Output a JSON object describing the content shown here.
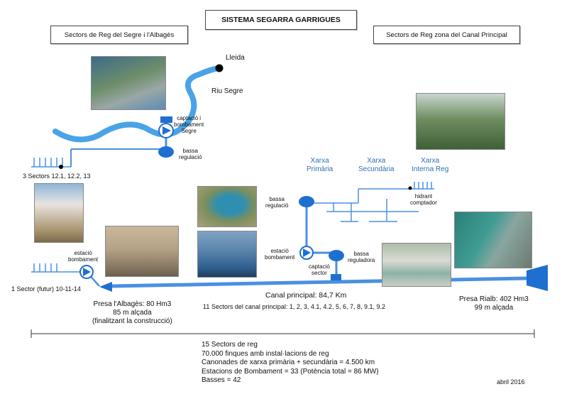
{
  "title": "SISTEMA SEGARRA GARRIGUES",
  "header_left": "Sectors de Reg del Segre i l'Albagès",
  "header_right": "Sectors de Reg zona del Canal Principal",
  "places": {
    "lleida": "Lleida",
    "riu_segre": "Riu Segre"
  },
  "nodes": {
    "captacio_segre": [
      "captació i",
      "bombament",
      "Segre"
    ],
    "bassa_regulacio_segre": [
      "bassa",
      "regulació"
    ],
    "sectors_segre": "3 Sectors 12.1, 12.2, 13",
    "estacio_bombament_left": [
      "estació",
      "bombament"
    ],
    "sector_futur": "1 Sector (futur) 10-11-14",
    "bassa_regulacio_mid": [
      "bassa",
      "regulació"
    ],
    "estacio_bombament_mid": [
      "estació",
      "bombament"
    ],
    "captacio_sector": [
      "captació",
      "sector"
    ],
    "bassa_reguladora": [
      "bassa",
      "reguladora"
    ],
    "hidrant": [
      "hidrant",
      "comptador"
    ]
  },
  "xarxa": {
    "primaria": [
      "Xarxa",
      "Primària"
    ],
    "secundaria": [
      "Xarxa",
      "Secundària"
    ],
    "interna": [
      "Xarxa",
      "Interna Reg"
    ]
  },
  "canal": {
    "title": "Canal principal:  84,7 Km",
    "sectors": "11 Sectors del canal principal:  1, 2, 3, 4.1, 4.2, 5, 6, 7, 8, 9.1, 9.2"
  },
  "presa_albages": [
    "Presa l'Albagès: 80 Hm3",
    "85 m alçada",
    "(finalitzant la construcció)"
  ],
  "presa_rialb": [
    "Presa Rialb: 402 Hm3",
    "99 m alçada"
  ],
  "summary": [
    "15 Sectors de reg",
    "70.000 finques amb instal·lacions de reg",
    "Canonades de xarxa primària + secundària = 4.500 km",
    "Estacions de Bombament = 33 (Potència total = 86 MW)",
    "Basses = 42"
  ],
  "date": "abril 2016",
  "colors": {
    "river": "#4aa3e6",
    "pipe": "#4a90e2",
    "node": "#1f6fd1",
    "text_blue": "#2d6fb5"
  },
  "icons": [
    "city-marker-icon",
    "pump-icon",
    "reservoir-icon",
    "sector-comb-icon",
    "photo-icon"
  ]
}
